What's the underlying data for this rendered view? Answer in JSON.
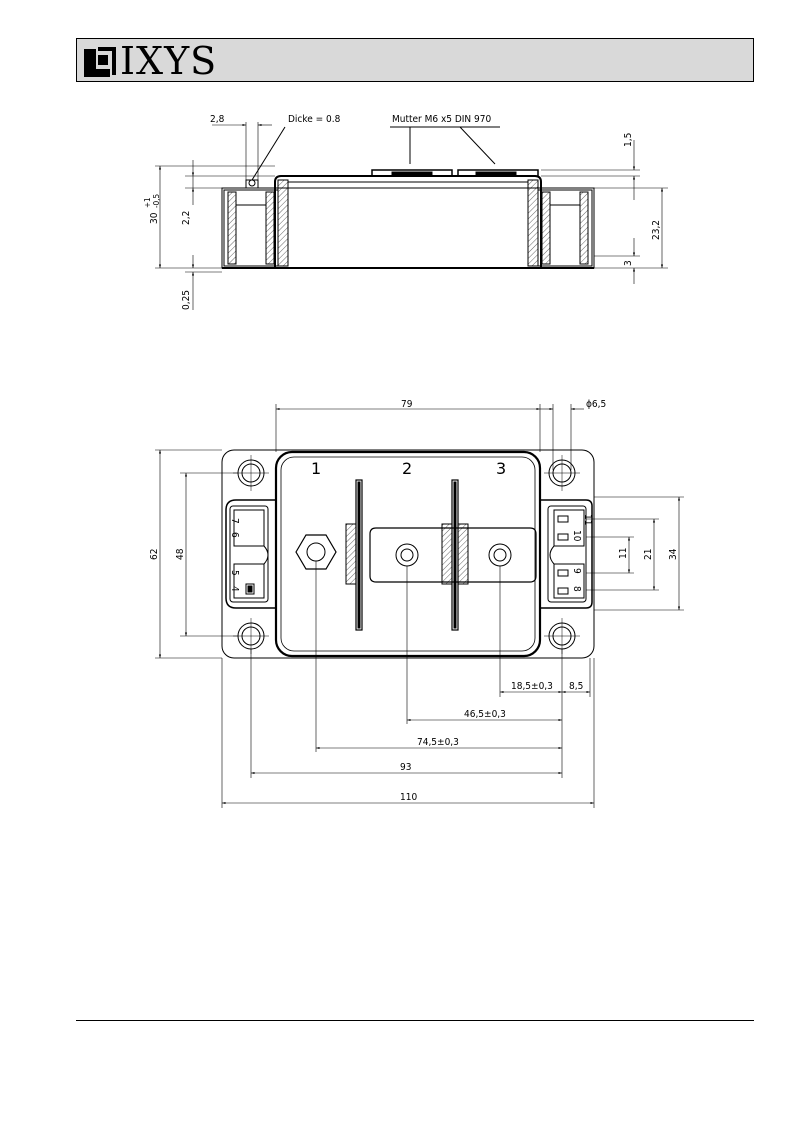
{
  "header": {
    "brand": "IXYS"
  },
  "side_view": {
    "callout_thickness": "Dicke = 0.8",
    "callout_nut": "Mutter M6 x5 DIN 970",
    "dim_2_8": "2,8",
    "dim_1_5": "1,5",
    "dim_30": "30",
    "dim_tol_plus": "+1",
    "dim_tol_minus": "-0,5",
    "dim_2_2": "2,2",
    "dim_0_25": "0,25",
    "dim_23_2": "23,2",
    "dim_3": "3"
  },
  "top_view": {
    "terminal_labels": [
      "1",
      "2",
      "3"
    ],
    "aux_left": [
      "7",
      "6",
      "5",
      "4"
    ],
    "aux_right": [
      "11",
      "10",
      "9",
      "8"
    ],
    "dim_79": "79",
    "dim_hole": "ϕ6,5",
    "dim_62": "62",
    "dim_48": "48",
    "dim_34": "34",
    "dim_21": "21",
    "dim_11": "11",
    "dim_18_5": "18,5±0,3",
    "dim_8_5": "8,5",
    "dim_46_5": "46,5±0,3",
    "dim_74_5": "74,5±0,3",
    "dim_93": "93",
    "dim_110": "110"
  }
}
